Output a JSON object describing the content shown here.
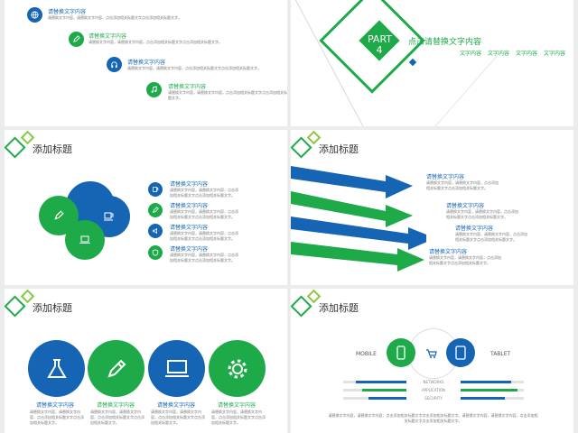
{
  "colors": {
    "blue": "#1565b4",
    "green": "#1faa4a"
  },
  "text_title": "请替换文字内容",
  "text_body_a": "请替换文字内容，请替换文字内容，",
  "text_body_b": "点击添加相关标题文字，点击添加相关标题文字，",
  "text_short": "请替换文字内容，请替换文字内容，点击添加相关标题文字点击添加相关标题文字。",
  "s1": {
    "items": [
      {
        "title": "请替换文字内容",
        "desc": "请替换文字内容，请替换文字内容，点击添加相关标题文字点击添加相关标题文字。",
        "icon": "globe-icon",
        "color": "blue"
      },
      {
        "title": "请替换文字内容",
        "desc": "请替换文字内容，请替换文字内容，点击添加相关标题文字点击添加相关标题文字。",
        "icon": "pencil-icon",
        "color": "green"
      },
      {
        "title": "请替换文字内容",
        "desc": "请替换文字内容，请替换文字内容，点击添加相关标题文字点击添加相关标题文字。",
        "icon": "headphones-icon",
        "color": "blue"
      },
      {
        "title": "请替换文字内容",
        "desc": "请替换文字内容，请替换文字内容，点击添加相关标题文字点击添加相关标题文字。",
        "icon": "music-icon",
        "color": "green"
      }
    ]
  },
  "s2": {
    "part_label": "PART",
    "part_number": "4",
    "headline": "点击请替换文字内容",
    "tags": [
      "文字内容",
      "文字内容",
      "文字内容",
      "文字内容"
    ]
  },
  "slide_title": "添加标题",
  "s3": {
    "items": [
      {
        "title": "请替换文字内容",
        "desc": "请替换文字内容，请替换文字内容，点击添加相关标题文字点击添加相关标题文字。",
        "icon": "cup-icon",
        "color": "blue"
      },
      {
        "title": "请替换文字内容",
        "desc": "请替换文字内容，请替换文字内容，点击添加相关标题文字点击添加相关标题文字。",
        "icon": "pencil-icon",
        "color": "green"
      },
      {
        "title": "请替换文字内容",
        "desc": "请替换文字内容，请替换文字内容，点击添加相关标题文字点击添加相关标题文字。",
        "icon": "speaker-icon",
        "color": "blue"
      },
      {
        "title": "请替换文字内容",
        "desc": "请替换文字内容，请替换文字内容，点击添加相关标题文字点击添加相关标题文字。",
        "icon": "shield-icon",
        "color": "green"
      }
    ]
  },
  "s4": {
    "items": [
      {
        "title": "请替换文字内容",
        "desc": "请替换文字内容，请替换文字内容，点击添加相关标题文字点击添加相关标题文字。",
        "color": "blue"
      },
      {
        "title": "请替换文字内容",
        "desc": "请替换文字内容，请替换文字内容，点击添加相关标题文字点击添加相关标题文字。",
        "color": "green"
      },
      {
        "title": "请替换文字内容",
        "desc": "请替换文字内容，请替换文字内容，点击添加相关标题文字点击添加相关标题文字。",
        "color": "blue"
      },
      {
        "title": "请替换文字内容",
        "desc": "请替换文字内容，请替换文字内容，点击添加相关标题文字点击添加相关标题文字。",
        "color": "green"
      }
    ]
  },
  "s5": {
    "items": [
      {
        "title": "请替换文字内容",
        "desc": "请替换文字内容，请替换文字内容，点击添加相关标题文字点击添加相关标题文字。",
        "icon": "flask-icon",
        "color": "blue"
      },
      {
        "title": "请替换文字内容",
        "desc": "请替换文字内容，请替换文字内容，点击添加相关标题文字点击添加相关标题文字。",
        "icon": "pencil-icon",
        "color": "green"
      },
      {
        "title": "请替换文字内容",
        "desc": "请替换文字内容，请替换文字内容，点击添加相关标题文字点击添加相关标题文字。",
        "icon": "laptop-icon",
        "color": "blue"
      },
      {
        "title": "请替换文字内容",
        "desc": "请替换文字内容，请替换文字内容，点击添加相关标题文字点击添加相关标题文字。",
        "icon": "gear-icon",
        "color": "green"
      }
    ]
  },
  "s6": {
    "mobile_label": "MOBILE",
    "tablet_label": "TABLET",
    "bars": [
      {
        "label": "NETWORKS",
        "left": 0.8,
        "right": 0.8
      },
      {
        "label": "APPLICATION",
        "left": 0.7,
        "right": 0.9
      },
      {
        "label": "SECURITY",
        "left": 0.6,
        "right": 0.7
      }
    ],
    "footer": "请替换文字内容，请替换文字内容，点击添加相关标题文字点击添加相关标题文字。请替换文字内容，请替换文字内容，点击添加相关标题文字点击添加相关标题文字。"
  }
}
